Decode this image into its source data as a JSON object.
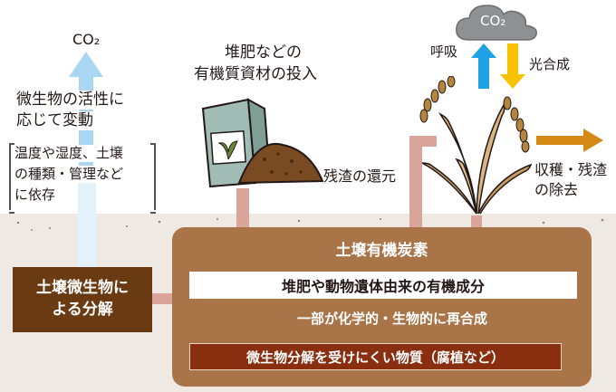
{
  "top_left": {
    "co2_label": "CO₂",
    "activity_line1": "微生物の活性に",
    "activity_line2": "応じて変動",
    "depends_line1": "温度や湿度、土壌",
    "depends_line2": "の種類・管理など",
    "depends_line3": "に依存"
  },
  "compost": {
    "line1": "堆肥などの",
    "line2": "有機質資材の投入"
  },
  "residue_return": "残渣の還元",
  "cloud_label": "CO₂",
  "respiration": "呼吸",
  "photosynthesis": "光合成",
  "harvest": {
    "line1": "収穫・残渣",
    "line2": "の除去"
  },
  "microbe_box": {
    "line1": "土壌微生物に",
    "line2": "よる分解"
  },
  "carbon": {
    "title": "土壌有機炭素",
    "organic_component": "堆肥や動物遺体由来の有機成分",
    "resynthesis": "一部が化学的・生物的に再合成",
    "humus": "微生物分解を受けにくい物質（腐植など）"
  },
  "colors": {
    "soil_bg": "#efe9e4",
    "carbon_box": "#a87448",
    "microbe_box": "#6a3a13",
    "humus_bar": "#8a2e10",
    "pink_arrow": "#d9a59a",
    "light_blue": "#a9d6f2",
    "blue": "#1ea1e5",
    "yellow": "#f8c200",
    "orange": "#d48a14"
  }
}
